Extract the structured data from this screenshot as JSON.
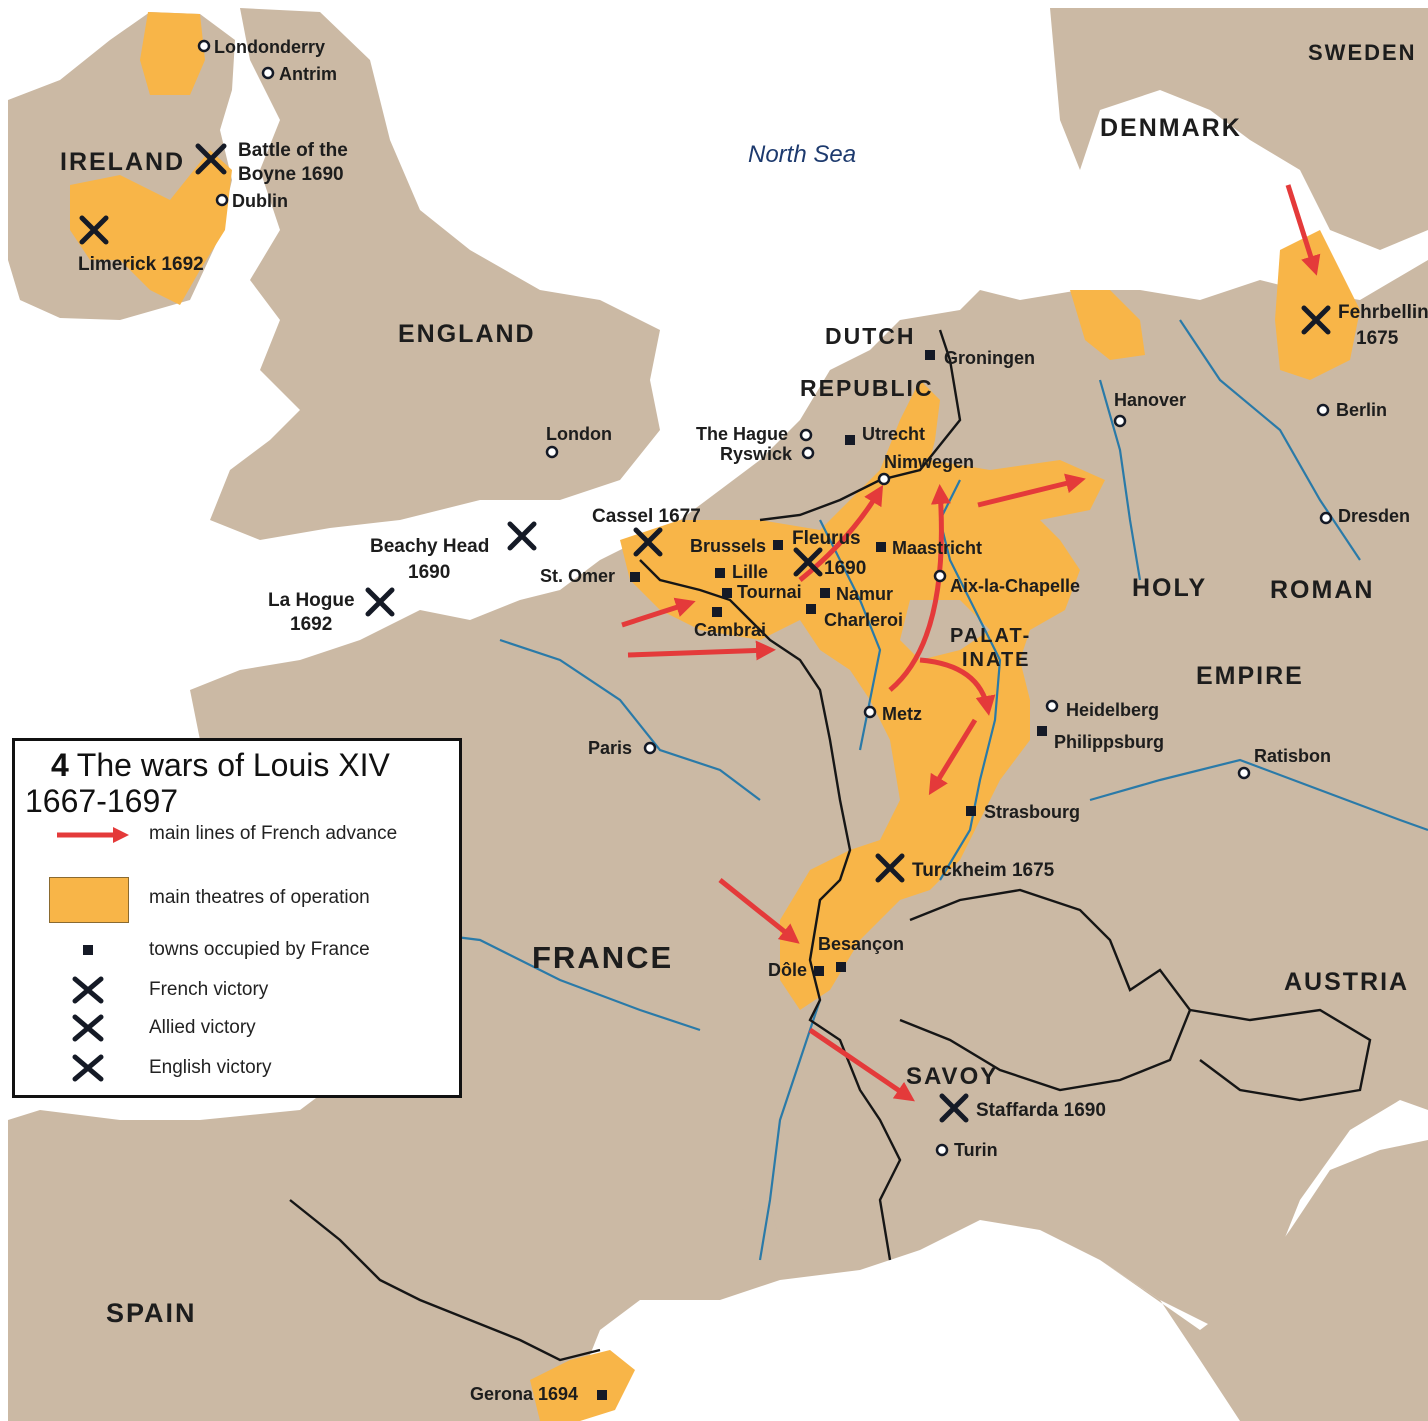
{
  "title": {
    "number": "4",
    "line1": "The wars of Louis XIV",
    "line2": "1667-1697"
  },
  "legend": {
    "advance": "main lines of French advance",
    "theatres": "main theatres of operation",
    "occupied": "towns occupied by France",
    "french_victory": "French victory",
    "allied_victory": "Allied victory",
    "english_victory": "English victory"
  },
  "colors": {
    "land": "#cbb9a4",
    "sea": "#ffffff",
    "theatre": "#f8b548",
    "advance": "#e43a3a",
    "rivers": "#2a7aa8",
    "borders": "#161616"
  },
  "seas": {
    "north_sea": "North Sea"
  },
  "countries": {
    "ireland": "IRELAND",
    "england": "ENGLAND",
    "dutch": "DUTCH",
    "republic": "REPUBLIC",
    "denmark": "DENMARK",
    "sweden": "SWEDEN",
    "france": "FRANCE",
    "spain": "SPAIN",
    "savoy": "SAVOY",
    "austria": "AUSTRIA",
    "holy": "HOLY",
    "roman": "ROMAN",
    "empire": "EMPIRE",
    "palat": "PALAT-",
    "inate": "INATE"
  },
  "towns": {
    "londonderry": "Londonderry",
    "antrim": "Antrim",
    "dublin": "Dublin",
    "london": "London",
    "the_hague": "The Hague",
    "ryswick": "Ryswick",
    "utrecht": "Utrecht",
    "nimwegen": "Nimwegen",
    "groningen": "Groningen",
    "hanover": "Hanover",
    "berlin": "Berlin",
    "dresden": "Dresden",
    "brussels": "Brussels",
    "lille": "Lille",
    "tournai": "Tournai",
    "namur": "Namur",
    "charleroi": "Charleroi",
    "cambrai": "Cambrai",
    "st_omer": "St. Omer",
    "maastricht": "Maastricht",
    "aix": "Aix-la-Chapelle",
    "metz": "Metz",
    "paris": "Paris",
    "heidelberg": "Heidelberg",
    "philippsburg": "Philippsburg",
    "strasbourg": "Strasbourg",
    "ratisbon": "Ratisbon",
    "besancon": "Besançon",
    "dole": "Dôle",
    "turin": "Turin",
    "gerona": "Gerona 1694"
  },
  "battles": {
    "boyne_1": "Battle of the",
    "boyne_2": "Boyne 1690",
    "limerick": "Limerick 1692",
    "cassel": "Cassel 1677",
    "beachy_1": "Beachy Head",
    "beachy_2": "1690",
    "hogue_1": "La Hogue",
    "hogue_2": "1692",
    "fleurus_1": "Fleurus",
    "fleurus_2": "1690",
    "fehrbellin_1": "Fehrbellin",
    "fehrbellin_2": "1675",
    "turckheim": "Turckheim 1675",
    "staffarda": "Staffarda 1690"
  }
}
